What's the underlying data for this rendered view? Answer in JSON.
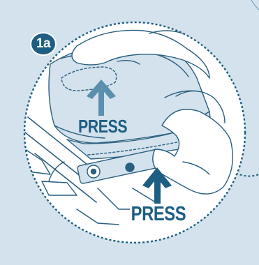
{
  "diagram": {
    "step_badge": "1a",
    "press_label_top": "PRESS",
    "press_label_bottom": "PRESS"
  },
  "colors": {
    "background": "#d3e2ec",
    "accent": "#1f5e83",
    "arrow_top": "#5b8fae",
    "line_art": "#2a5f80",
    "fill_white": "#ffffff"
  },
  "icons": [
    "press-down-arrow-icon",
    "press-up-arrow-icon"
  ]
}
